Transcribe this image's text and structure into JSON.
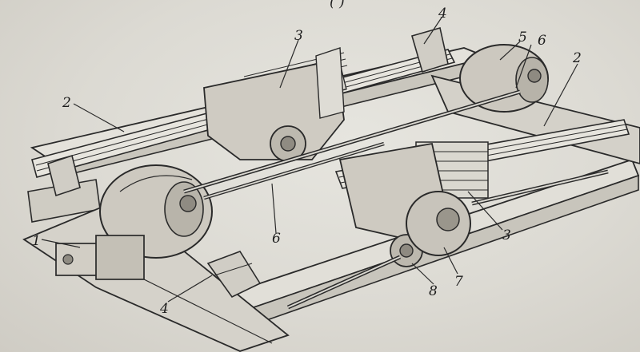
{
  "figure": {
    "header_fragment": "(  )",
    "callouts": [
      {
        "id": "c-1a",
        "label": "1"
      },
      {
        "id": "c-2a",
        "label": "2"
      },
      {
        "id": "c-2b",
        "label": "2"
      },
      {
        "id": "c-3a",
        "label": "3"
      },
      {
        "id": "c-3b",
        "label": "3"
      },
      {
        "id": "c-4a",
        "label": "4"
      },
      {
        "id": "c-4b",
        "label": "4"
      },
      {
        "id": "c-5a",
        "label": "5"
      },
      {
        "id": "c-6a",
        "label": "6"
      },
      {
        "id": "c-6b",
        "label": "6"
      },
      {
        "id": "c-7a",
        "label": "7"
      },
      {
        "id": "c-8a",
        "label": "8"
      }
    ]
  }
}
